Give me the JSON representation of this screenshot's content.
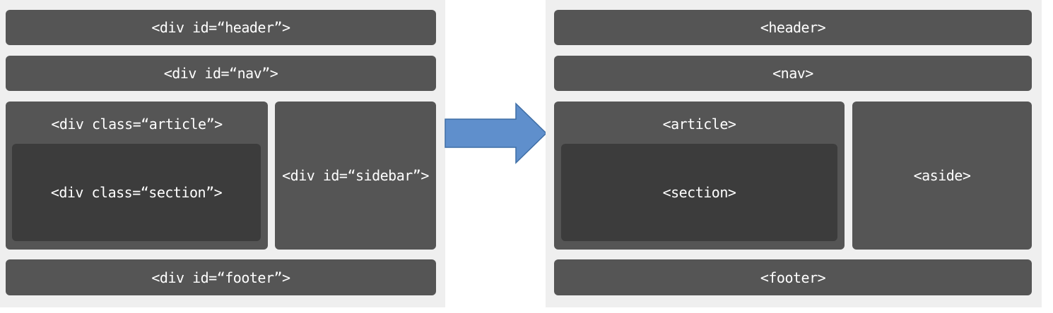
{
  "left_layout": {
    "header": "<div id=“header”>",
    "nav": "<div id=“nav”>",
    "article": "<div class=“article”>",
    "section": "<div class=“section”>",
    "sidebar": "<div id=“sidebar”>",
    "footer": "<div id=“footer”>"
  },
  "right_layout": {
    "header": "<header>",
    "nav": "<nav>",
    "article": "<article>",
    "section": "<section>",
    "aside": "<aside>",
    "footer": "<footer>"
  },
  "colors": {
    "panel_bg": "#efefef",
    "box": "#555555",
    "inner_box": "#3c3c3c",
    "text": "#ffffff",
    "arrow_fill": "#5f8fcc",
    "arrow_stroke": "#3f6ea5"
  }
}
